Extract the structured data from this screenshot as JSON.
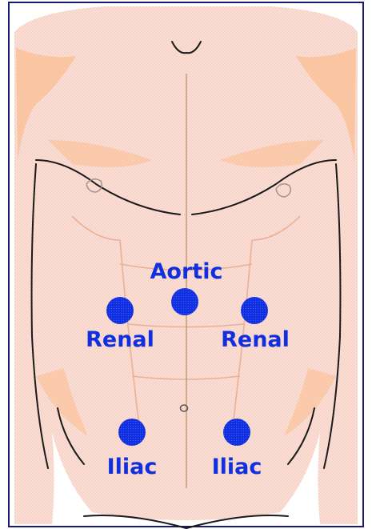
{
  "colors": {
    "skin": "#f9d6cc",
    "skin_shadow": "#fbbf93",
    "outline": "#1a1a1a",
    "frame": "#1a1a73",
    "marker": "#1030e0",
    "label": "#1030e0"
  },
  "sites": {
    "aortic": {
      "label": "Aortic"
    },
    "renal_right": {
      "label": "Renal"
    },
    "renal_left": {
      "label": "Renal"
    },
    "iliac_right": {
      "label": "Iliac"
    },
    "iliac_left": {
      "label": "Iliac"
    }
  }
}
